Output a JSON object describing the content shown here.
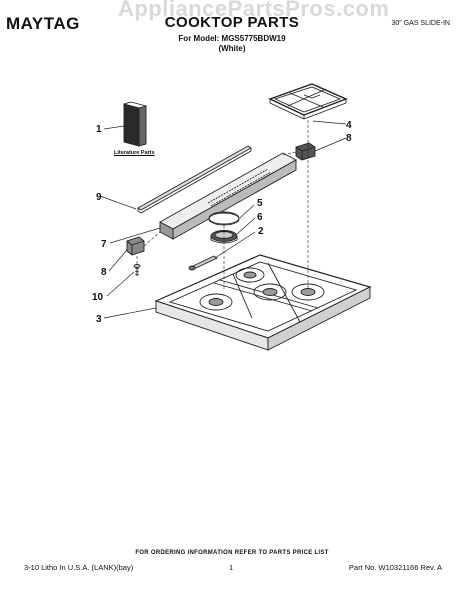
{
  "header": {
    "brand": "MAYTAG",
    "title": "COOKTOP PARTS",
    "model_line": "For Model: MGS5775BDW19",
    "color_line": "(White)",
    "product_type": "30\" GAS SLIDE-IN",
    "watermark": "AppliancePartsPros.com"
  },
  "diagram": {
    "literature_label": "Literature Parts",
    "callouts": [
      "1",
      "2",
      "3",
      "4",
      "5",
      "6",
      "7",
      "8",
      "8",
      "9",
      "10"
    ]
  },
  "footer": {
    "ordering_note": "FOR ORDERING INFORMATION REFER TO PARTS PRICE LIST",
    "litho": "3-10 Litho In U.S.A. (LANK)(bay)",
    "page": "1",
    "part_no": "Part No. W10321166 Rev. A"
  }
}
